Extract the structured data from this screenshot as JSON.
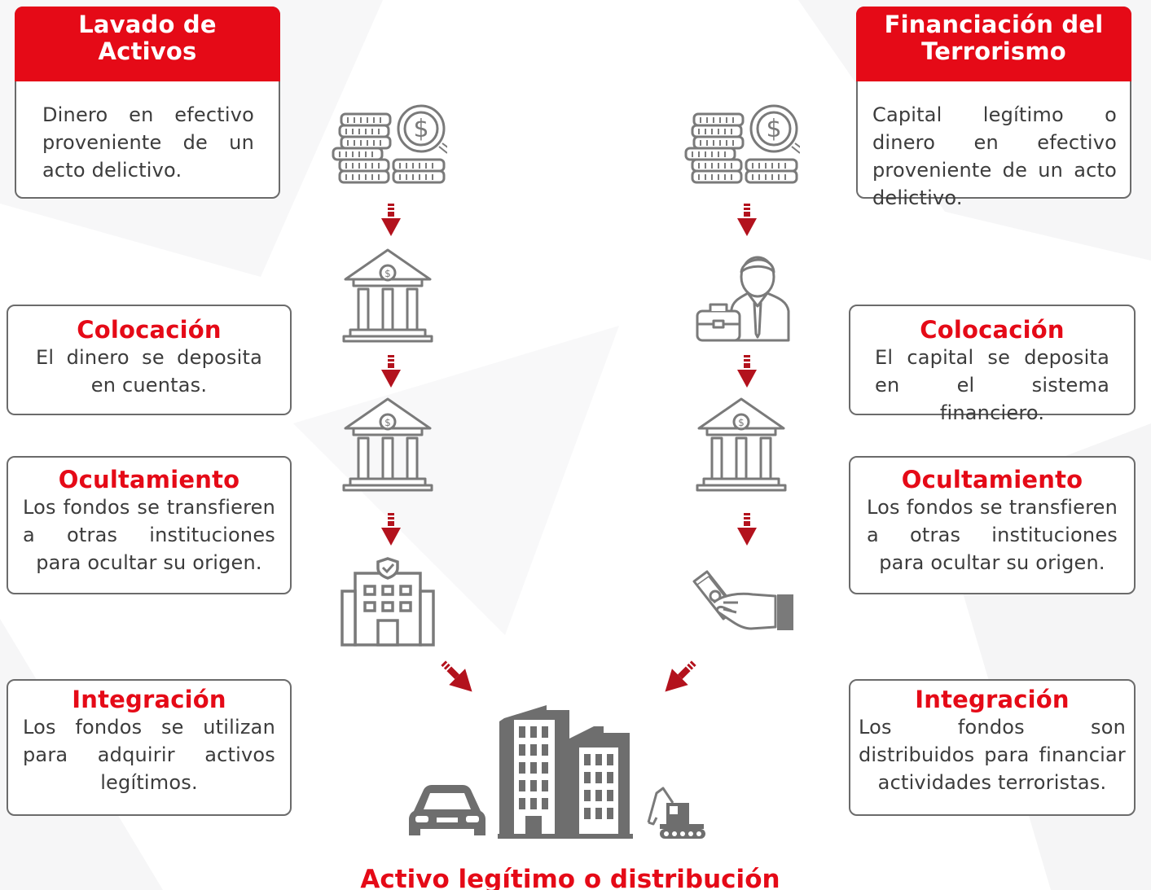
{
  "left": {
    "header": "Lavado de Activos",
    "intro": "Dinero en efectivo proveniente de un acto delictivo.",
    "steps": [
      {
        "title": "Colocación",
        "text": "El dinero se deposita en cuentas."
      },
      {
        "title": "Ocultamiento",
        "text": "Los fondos se transfieren a otras instituciones para ocultar su origen."
      },
      {
        "title": "Integración",
        "text": "Los fondos se utilizan para adquirir activos legítimos."
      }
    ]
  },
  "right": {
    "header": "Financiación del Terrorismo",
    "intro": "Capital legítimo o dinero en efectivo proveniente de un acto delictivo.",
    "steps": [
      {
        "title": "Colocación",
        "text": "El capital se deposita en el sistema financiero."
      },
      {
        "title": "Ocultamiento",
        "text": "Los fondos se transfieren a otras instituciones para ocultar su origen."
      },
      {
        "title": "Integración",
        "text": "Los fondos son distribuidos para financiar actividades terroristas."
      }
    ]
  },
  "bottom_label": "Activo legítimo o distribución",
  "icons": {
    "left_column": [
      "coins-icon",
      "bank-icon",
      "bank-icon",
      "office-building-icon"
    ],
    "right_column": [
      "coins-icon",
      "businessman-icon",
      "bank-icon",
      "cash-hand-icon"
    ],
    "bottom": [
      "car-icon",
      "skyscrapers-icon",
      "excavator-icon"
    ]
  },
  "colors": {
    "accent": "#e50a17",
    "arrow": "#b3121d",
    "icon": "#7a7a7a",
    "border": "#6b6b6b"
  }
}
